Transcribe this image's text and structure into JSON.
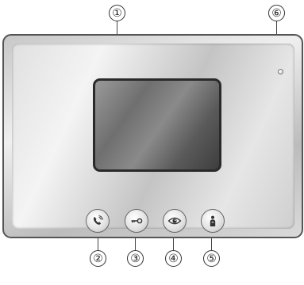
{
  "callouts": {
    "screen": "①",
    "talk_button": "②",
    "unlock_button": "③",
    "monitor_button": "④",
    "intercom_button": "⑤",
    "indicator_light": "⑥"
  },
  "icons": {
    "talk": "phone-handset-icon",
    "unlock": "key-icon",
    "monitor": "eye-icon",
    "intercom": "person-icon"
  }
}
